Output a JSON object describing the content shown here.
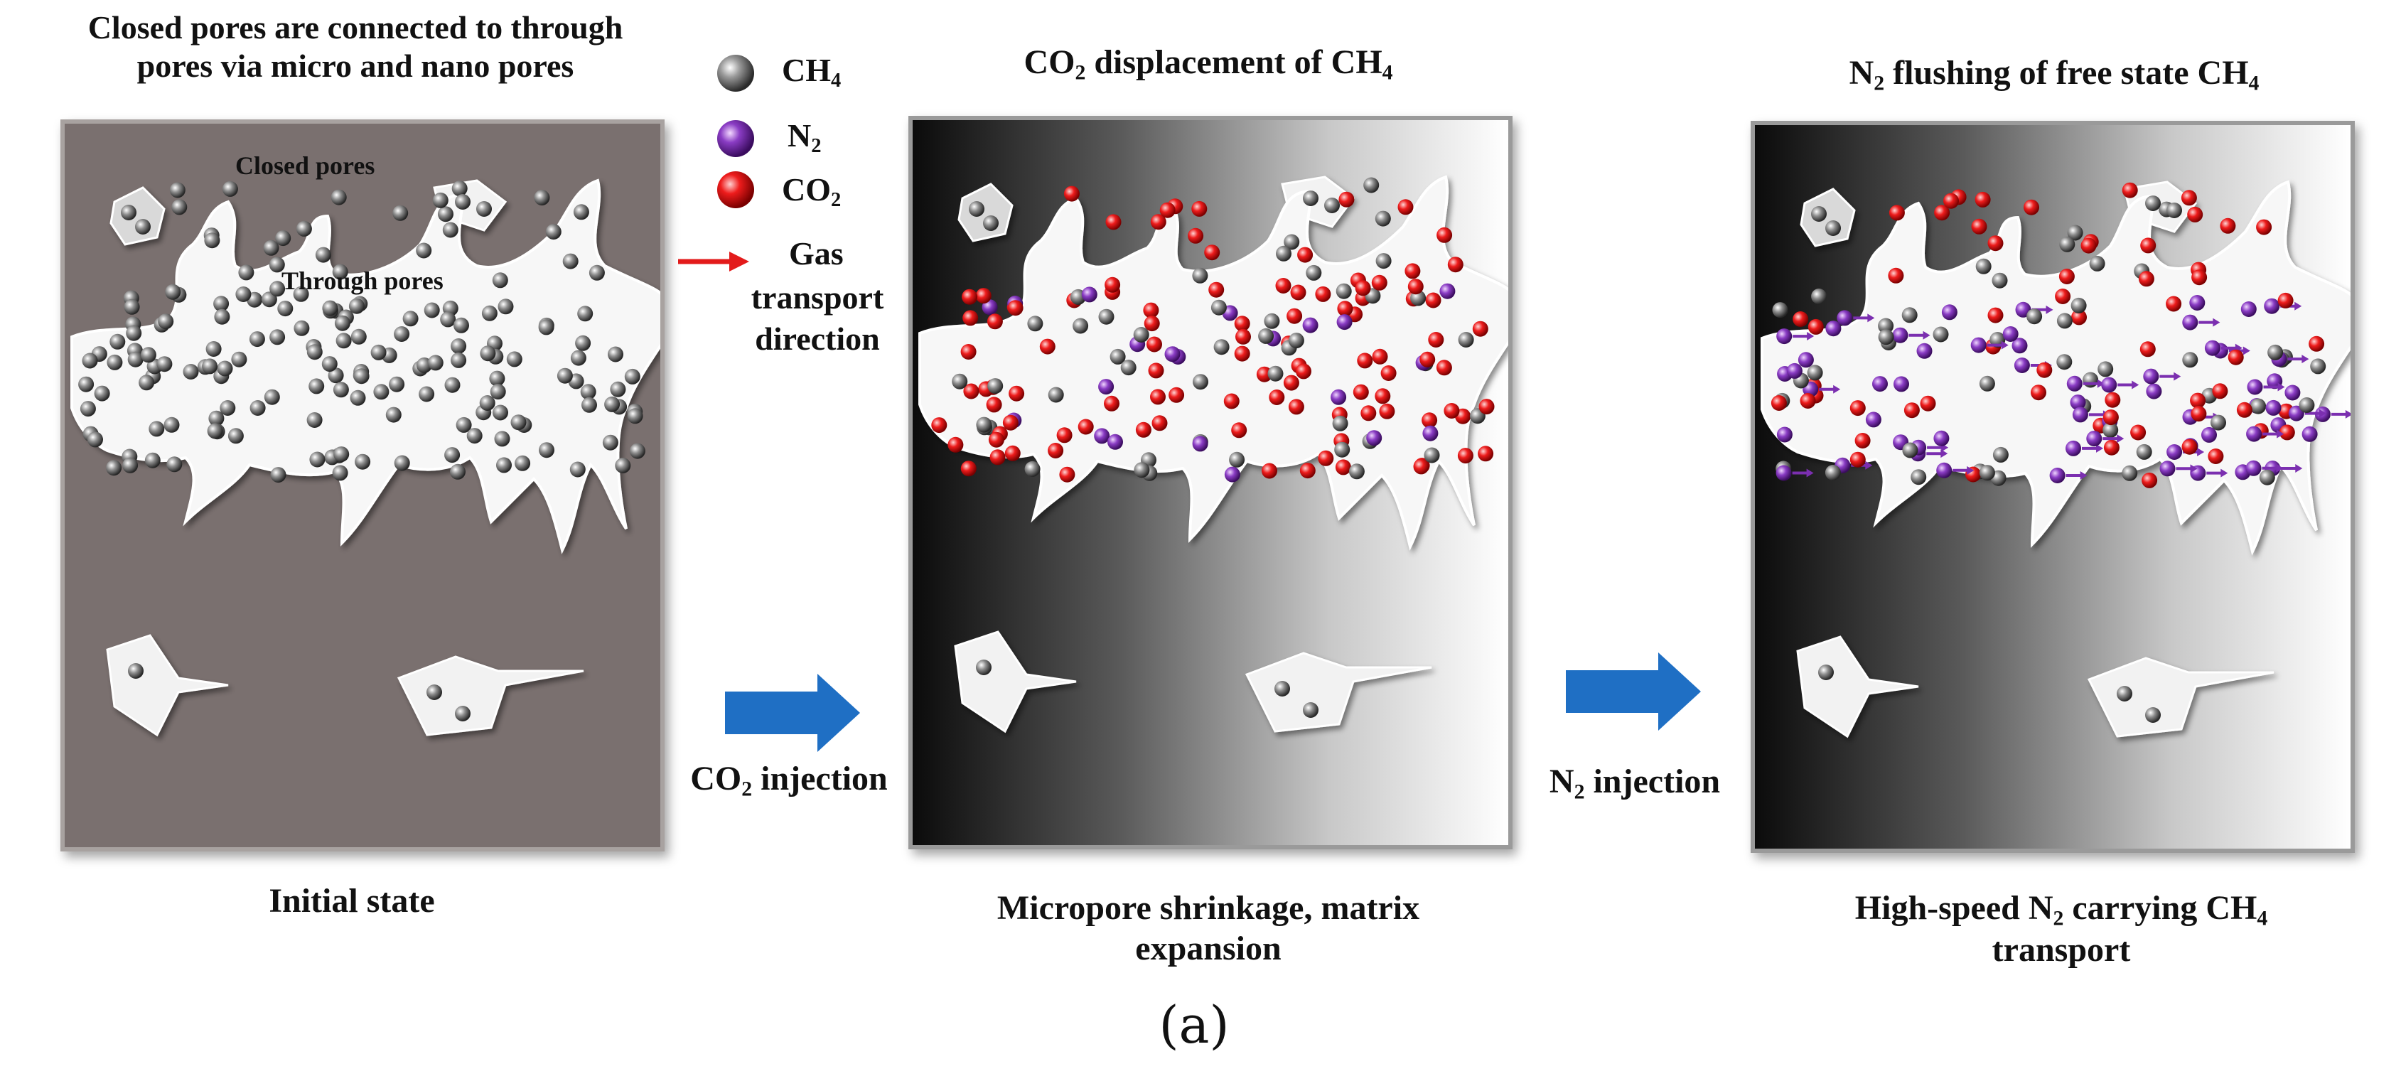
{
  "header_left": {
    "line1": "Closed pores are connected to through",
    "line2": "pores via micro and nano pores"
  },
  "legend": {
    "ch4": {
      "base": "CH",
      "sub": "4"
    },
    "n2": {
      "base": "N",
      "sub": "2"
    },
    "co2": {
      "base": "CO",
      "sub": "2"
    },
    "gas_line1": "Gas",
    "gas_line2": "transport",
    "gas_line3": "direction"
  },
  "panel1": {
    "label_closed": "Closed pores",
    "label_through": "Through pores",
    "caption": "Initial state"
  },
  "panel2": {
    "title_pre": "CO",
    "title_sub": "2",
    "title_post": " displacement of CH",
    "title_sub2": "4",
    "caption_line1": "Micropore shrinkage, matrix",
    "caption_line2": "expansion"
  },
  "panel3": {
    "title_pre": "N",
    "title_sub": "2",
    "title_post": " flushing of free state CH",
    "title_sub2": "4",
    "caption_line1_pre": "High-speed N",
    "caption_line1_sub": "2",
    "caption_line1_post": " carrying CH",
    "caption_line1_sub2": "4",
    "caption_line2": "transport"
  },
  "arrow1": {
    "pre": "CO",
    "sub": "2",
    "post": " injection"
  },
  "arrow2": {
    "pre": "N",
    "sub": "2",
    "post": " injection"
  },
  "figure_label": "(a)",
  "colors": {
    "ch4": "#5a5a5a",
    "n2": "#7b2fb0",
    "co2": "#e8141b",
    "arrow": "#1f6fc4",
    "gas_arrow": "#e31b1b"
  }
}
